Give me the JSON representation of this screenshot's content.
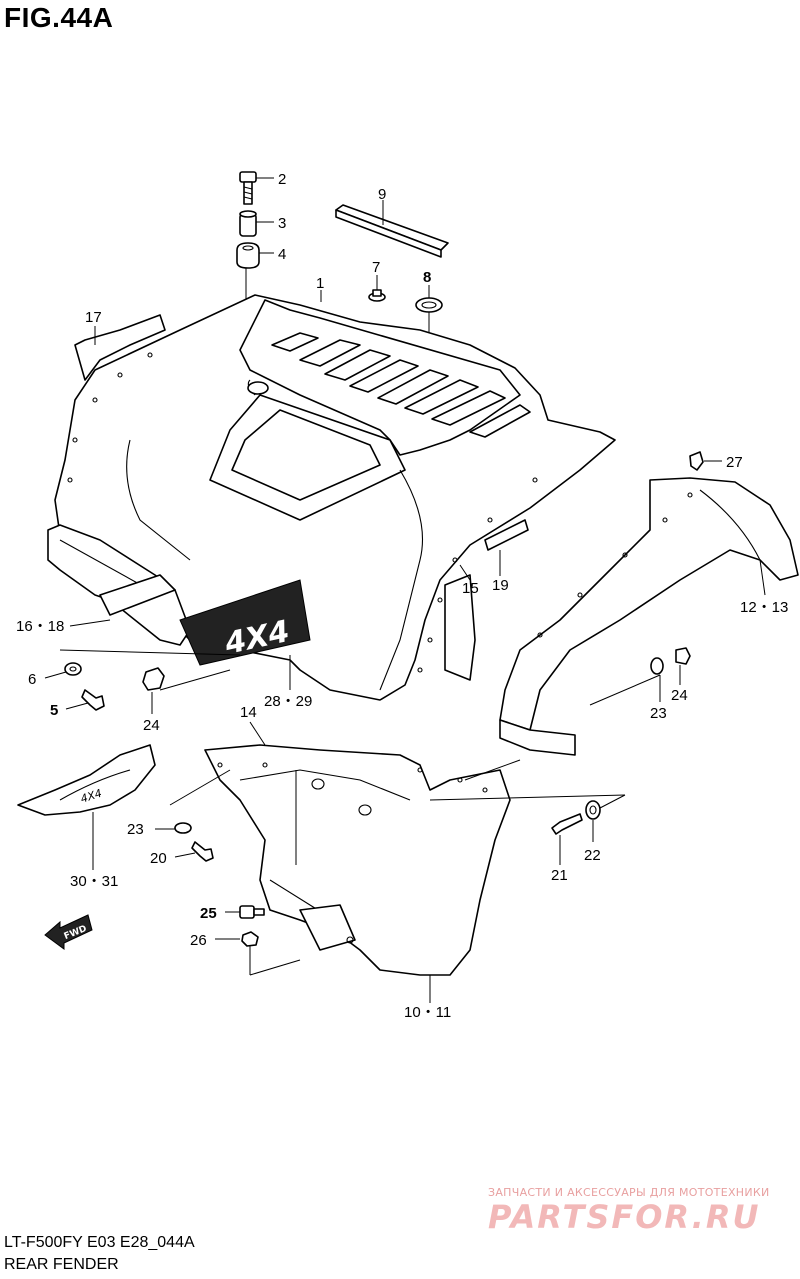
{
  "figure": {
    "title": "FIG.44A",
    "code": "LT-F500FY E03 E28_044A",
    "name": "REAR FENDER"
  },
  "watermark": {
    "tagline": "ЗАПЧАСТИ И АКСЕССУАРЫ ДЛЯ МОТОТЕХНИКИ",
    "brand": "PARTSFOR.RU"
  },
  "badges": {
    "fwd": "FWD",
    "decal": "4X4"
  },
  "callouts": [
    {
      "id": "c2",
      "label": "2"
    },
    {
      "id": "c3",
      "label": "3"
    },
    {
      "id": "c4",
      "label": "4"
    },
    {
      "id": "c9",
      "label": "9"
    },
    {
      "id": "c1",
      "label": "1"
    },
    {
      "id": "c7",
      "label": "7"
    },
    {
      "id": "c8",
      "label": "8"
    },
    {
      "id": "c17",
      "label": "17"
    },
    {
      "id": "c27",
      "label": "27"
    },
    {
      "id": "c12_13",
      "label": "12・13"
    },
    {
      "id": "c19",
      "label": "19"
    },
    {
      "id": "c15",
      "label": "15"
    },
    {
      "id": "c16_18",
      "label": "16・18"
    },
    {
      "id": "c6",
      "label": "6"
    },
    {
      "id": "c5",
      "label": "5"
    },
    {
      "id": "c24a",
      "label": "24"
    },
    {
      "id": "c28_29",
      "label": "28・29"
    },
    {
      "id": "c24b",
      "label": "24"
    },
    {
      "id": "c23a",
      "label": "23"
    },
    {
      "id": "c14",
      "label": "14"
    },
    {
      "id": "c23b",
      "label": "23"
    },
    {
      "id": "c20",
      "label": "20"
    },
    {
      "id": "c30_31",
      "label": "30・31"
    },
    {
      "id": "c25",
      "label": "25"
    },
    {
      "id": "c26",
      "label": "26"
    },
    {
      "id": "c22",
      "label": "22"
    },
    {
      "id": "c21",
      "label": "21"
    },
    {
      "id": "c10_11",
      "label": "10・11"
    }
  ]
}
